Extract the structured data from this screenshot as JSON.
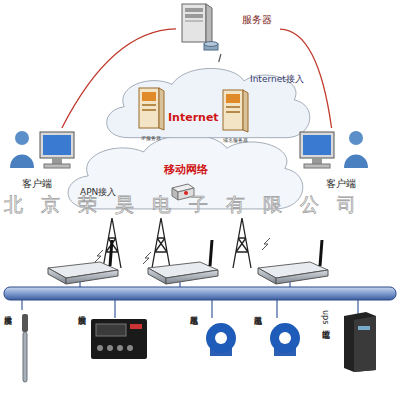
{
  "diagram": {
    "nodes": [
      {
        "text": [
          "服务器"
        ]
      },
      {
        "text": [
          "Internet"
        ]
      },
      {
        "text": [
          "IP服务器"
        ],
        "in": 1
      },
      {
        "text": [
          "域名服务器"
        ],
        "in": 1
      },
      {
        "text": [
          "移动网络"
        ]
      },
      {
        "text": [
          "客户端"
        ]
      },
      {
        "text": [
          "客户端"
        ]
      },
      {
        "text": [
          "温度传感器"
        ]
      },
      {
        "text": [
          "温度控制器"
        ]
      },
      {
        "text": [
          "电压互感器"
        ]
      },
      {
        "text": [
          "电流互感器"
        ]
      },
      {
        "text": [
          "ups电源监控"
        ]
      }
    ],
    "edges": [
      {
        "from": 0,
        "to": 1,
        "arrow": "none"
      },
      {
        "from": 0,
        "to": 5,
        "arrow": "none"
      },
      {
        "from": 0,
        "to": 6,
        "label": "Internet接入",
        "arrow": "none"
      }
    ],
    "labels": [
      "APN接入",
      "北京荣昊电子有限公司"
    ]
  }
}
